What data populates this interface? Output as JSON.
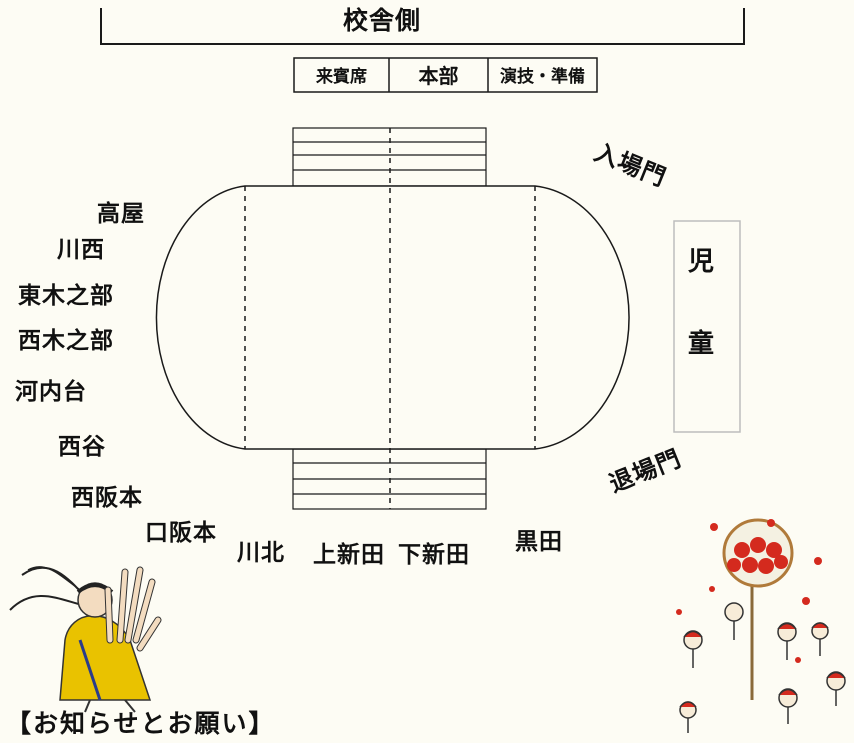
{
  "school_side": "校舎側",
  "tents": {
    "guest": "来賓席",
    "hq": "本部",
    "events": "演技・準備"
  },
  "gates": {
    "entrance": "入場門",
    "exit": "退場門"
  },
  "children": {
    "char1": "児",
    "char2": "童"
  },
  "areas": {
    "takaya": "高屋",
    "kawanishi": "川西",
    "higashi_kinobe": "東木之部",
    "nishi_kinobe": "西木之部",
    "kawachidai": "河内台",
    "nishitani": "西谷",
    "nishi_sakamoto": "西阪本",
    "kuchi_sakamoto": "口阪本",
    "kawakita": "川北",
    "kami_shinden": "上新田",
    "shimo_shinden": "下新田",
    "kuroda": "黒田"
  },
  "notice": "【お知らせとお願い】",
  "colors": {
    "line": "#1a1a1a",
    "apple_red": "#d42a1e",
    "robe_yellow": "#e9c200",
    "background": "#fdfcf4"
  }
}
